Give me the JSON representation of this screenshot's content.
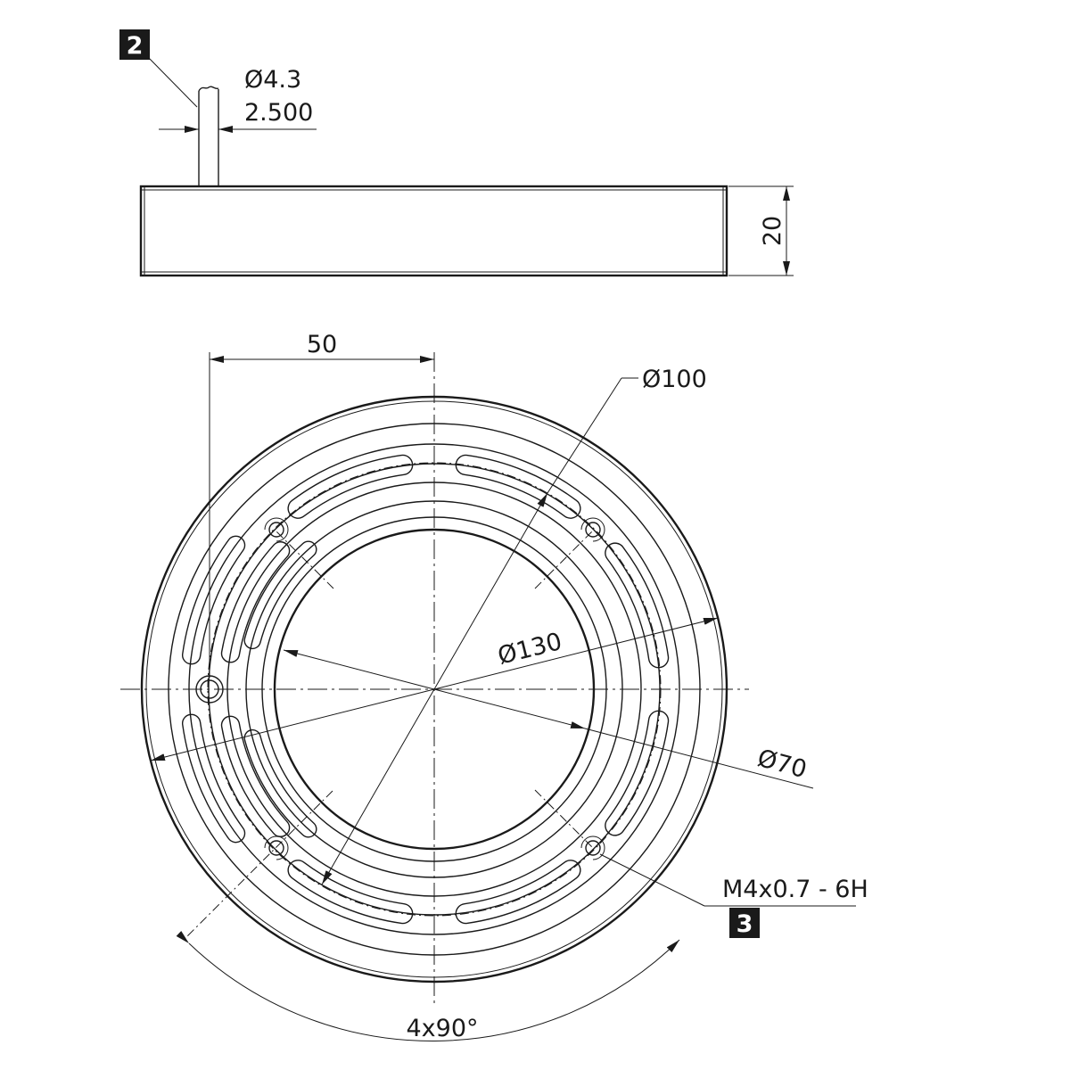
{
  "side_view": {
    "pin_diameter": "Ø4.3",
    "pin_length": "2.500",
    "height": "20",
    "tag": "2"
  },
  "front_view": {
    "offset": "50",
    "diameter_100": "Ø100",
    "diameter_130": "Ø130",
    "diameter_70": "Ø70",
    "thread": "M4x0.7 - 6H",
    "tag": "3",
    "angle": "4x90°"
  }
}
